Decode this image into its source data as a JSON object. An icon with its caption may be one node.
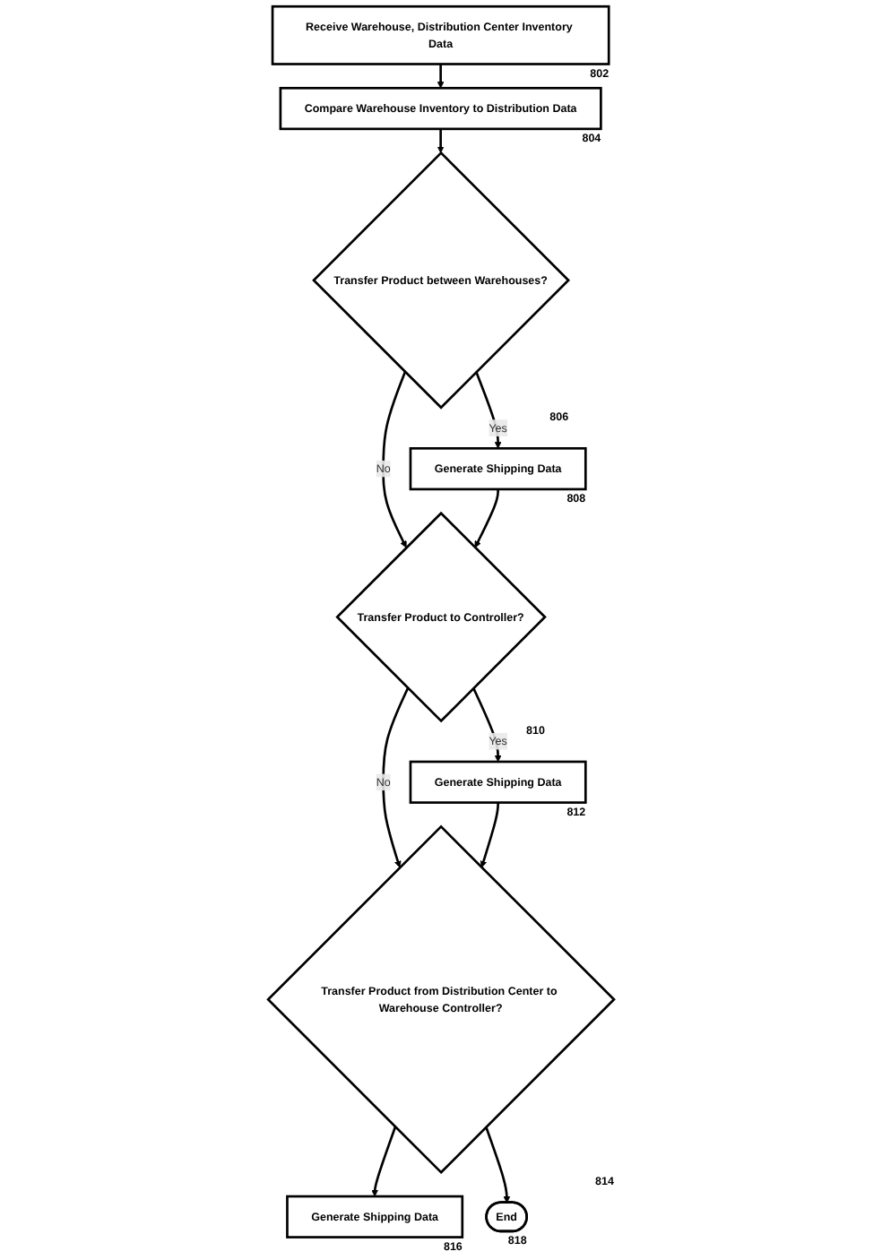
{
  "diagram": {
    "nodes": [
      {
        "text": [
          "Receive Warehouse, Distribution Center Inventory Data"
        ],
        "beside": [
          "802"
        ]
      },
      {
        "text": [
          "Compare Warehouse Inventory to Distribution Data"
        ],
        "beside": [
          "804"
        ]
      },
      {
        "text": [
          "Transfer Product between Warehouses?"
        ],
        "beside": [
          "806"
        ]
      },
      {
        "text": [
          "Generate Shipping Data"
        ],
        "beside": [
          "808"
        ]
      },
      {
        "text": [
          "Transfer Product to Controller?"
        ],
        "beside": [
          "810"
        ]
      },
      {
        "text": [
          "Generate Shipping Data"
        ],
        "beside": [
          "812"
        ]
      },
      {
        "text": [
          "Transfer Product from Distribution Center to Warehouse Controller?"
        ],
        "beside": [
          "814"
        ]
      },
      {
        "text": [
          "Generate Shipping Data"
        ],
        "beside": [
          "816"
        ]
      },
      {
        "text": [
          "End"
        ],
        "beside": [
          "818"
        ]
      }
    ],
    "edges": [
      {
        "from": 0,
        "to": 1,
        "arrow": "to"
      },
      {
        "from": 1,
        "to": 2,
        "arrow": "to"
      },
      {
        "from": 2,
        "to": 3,
        "label": "Yes",
        "arrow": "to"
      },
      {
        "from": 2,
        "to": 4,
        "label": "No",
        "arrow": "to"
      },
      {
        "from": 3,
        "to": 4,
        "arrow": "to"
      },
      {
        "from": 4,
        "to": 5,
        "label": "Yes",
        "arrow": "to"
      },
      {
        "from": 4,
        "to": 6,
        "label": "No",
        "arrow": "to"
      },
      {
        "from": 5,
        "to": 6,
        "arrow": "to"
      },
      {
        "from": 6,
        "to": 7,
        "arrow": "to"
      },
      {
        "from": 6,
        "to": 8,
        "arrow": "to"
      }
    ]
  }
}
